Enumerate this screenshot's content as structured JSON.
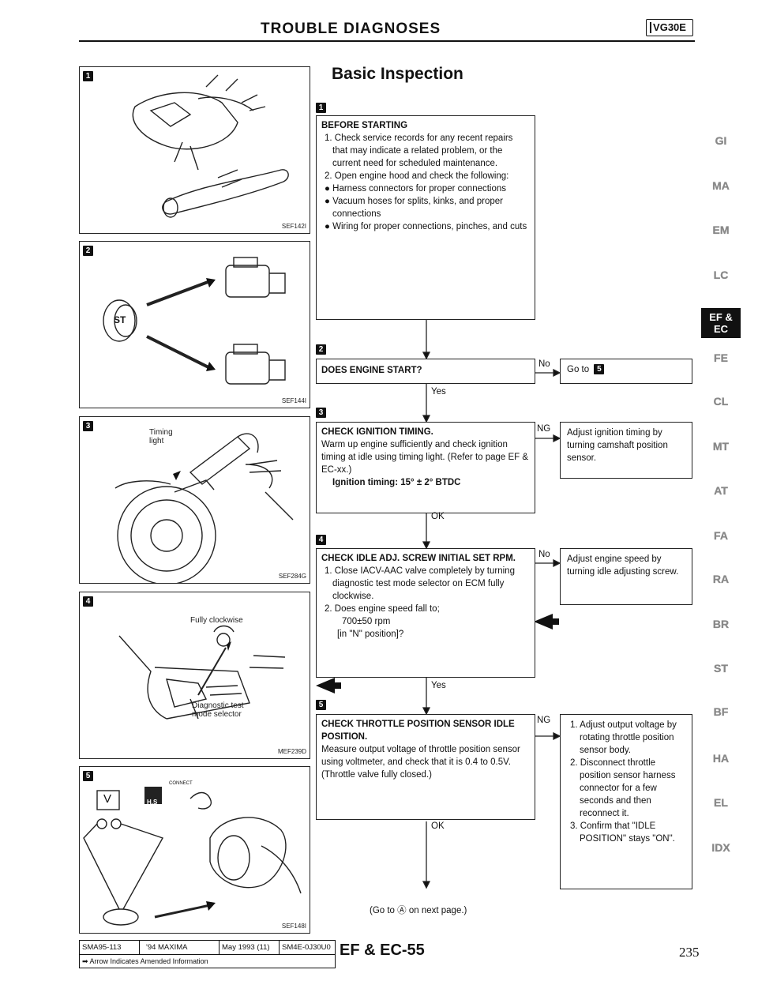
{
  "header": {
    "title": "TROUBLE DIAGNOSES",
    "engine_code": "VG30E"
  },
  "section_title": "Basic Inspection",
  "panels": [
    {
      "badge": "1",
      "ref": "SEF142I"
    },
    {
      "badge": "2",
      "ref": "SEF144I",
      "icon_text": "ST"
    },
    {
      "badge": "3",
      "ref": "SEF284G",
      "label": "Timing light"
    },
    {
      "badge": "4",
      "ref": "MEF239D",
      "label_top": "Fully clockwise",
      "label_bottom": "Diagnostic test mode selector"
    },
    {
      "badge": "5",
      "ref": "SEF148I",
      "connect": "CONNECT",
      "hs": "H.S",
      "meter": "V"
    }
  ],
  "flow": {
    "step1": {
      "badge": "1",
      "heading": "BEFORE STARTING",
      "items": [
        "1. Check service records for any recent repairs that may indicate a related problem, or the current need for scheduled maintenance.",
        "2. Open engine hood and check the following:",
        "● Harness connectors for proper connections",
        "● Vacuum hoses for splits, kinks, and proper connections",
        "● Wiring for proper connections, pinches, and cuts"
      ]
    },
    "step2": {
      "badge": "2",
      "heading": "DOES ENGINE START?",
      "no_label": "No",
      "yes_label": "Yes",
      "no_action": "Go to",
      "no_badge": "5"
    },
    "step3": {
      "badge": "3",
      "heading": "CHECK IGNITION TIMING.",
      "body": "Warm up engine sufficiently and check ignition timing at idle using timing light. (Refer to page EF & EC-xx.)",
      "spec": "Ignition timing: 15° ± 2° BTDC",
      "ng_label": "NG",
      "ok_label": "OK",
      "ng_action": "Adjust ignition timing by turning camshaft position sensor."
    },
    "step4": {
      "badge": "4",
      "heading": "CHECK IDLE ADJ. SCREW INITIAL SET RPM.",
      "items": [
        "1. Close IACV-AAC valve completely by turning diagnostic test mode selector on ECM fully clockwise.",
        "2. Does engine speed fall to;"
      ],
      "spec1": "700±50 rpm",
      "spec2": "[in \"N\" position]?",
      "no_label": "No",
      "yes_label": "Yes",
      "no_action": "Adjust engine speed by turning idle adjusting screw."
    },
    "step5": {
      "badge": "5",
      "heading": "CHECK THROTTLE POSITION SENSOR IDLE POSITION.",
      "body": "Measure output voltage of throttle position sensor using voltmeter, and check that it is 0.4 to 0.5V. (Throttle valve fully closed.)",
      "ng_label": "NG",
      "ok_label": "OK",
      "ng_items": [
        "1. Adjust output voltage by rotating throttle position sensor body.",
        "2. Disconnect throttle position sensor harness connector for a few seconds and then reconnect it.",
        "3. Confirm that \"IDLE POSITION\" stays \"ON\"."
      ]
    },
    "next_page": "(Go to Ⓐ on next page.)"
  },
  "side_tabs": [
    {
      "label": "GI",
      "active": false
    },
    {
      "label": "MA",
      "active": false
    },
    {
      "label": "EM",
      "active": false
    },
    {
      "label": "LC",
      "active": false
    },
    {
      "label": "EF & EC",
      "active": true
    },
    {
      "label": "FE",
      "active": false
    },
    {
      "label": "CL",
      "active": false
    },
    {
      "label": "MT",
      "active": false
    },
    {
      "label": "AT",
      "active": false
    },
    {
      "label": "FA",
      "active": false
    },
    {
      "label": "RA",
      "active": false
    },
    {
      "label": "BR",
      "active": false
    },
    {
      "label": "ST",
      "active": false
    },
    {
      "label": "BF",
      "active": false
    },
    {
      "label": "HA",
      "active": false
    },
    {
      "label": "EL",
      "active": false
    },
    {
      "label": "IDX",
      "active": false
    }
  ],
  "footer": {
    "cells": [
      "SMA95-113",
      "'94 MAXIMA",
      "May 1993 (11)",
      "SM4E-0J30U0"
    ],
    "note": "➡ Arrow Indicates Amended Information",
    "code": "EF & EC-55",
    "page": "235"
  }
}
